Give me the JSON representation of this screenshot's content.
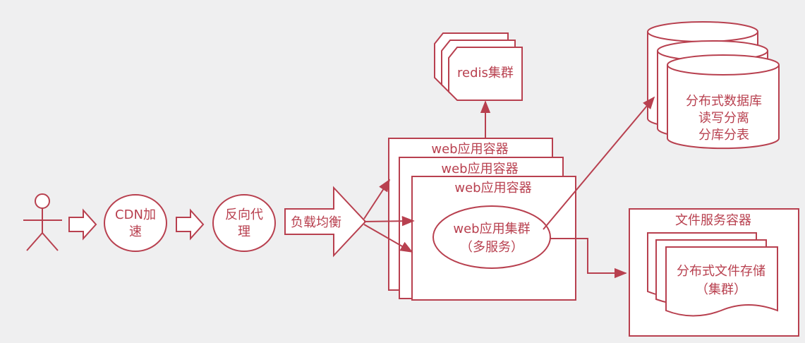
{
  "colors": {
    "background": "#efeff0",
    "stroke": "#b8404f",
    "fill": "#ffffff",
    "text": "#b8404f"
  },
  "nodes": {
    "cdn": {
      "line1": "CDN加",
      "line2": "速"
    },
    "proxy": {
      "line1": "反向代",
      "line2": "理"
    },
    "lb": "负载均衡",
    "redis": "redis集群",
    "web_containers": [
      "web应用容器",
      "web应用容器",
      "web应用容器"
    ],
    "web_cluster": {
      "line1": "web应用集群",
      "line2": "（多服务）"
    },
    "db": {
      "line1": "分布式数据库",
      "line2": "读写分离",
      "line3": "分库分表"
    },
    "file_container": "文件服务容器",
    "file_storage": {
      "line1": "分布式文件存储",
      "line2": "（集群）"
    }
  },
  "icons": [
    "user-icon",
    "hollow-arrow-icon",
    "database-cylinder-icon",
    "document-stack-icon"
  ]
}
